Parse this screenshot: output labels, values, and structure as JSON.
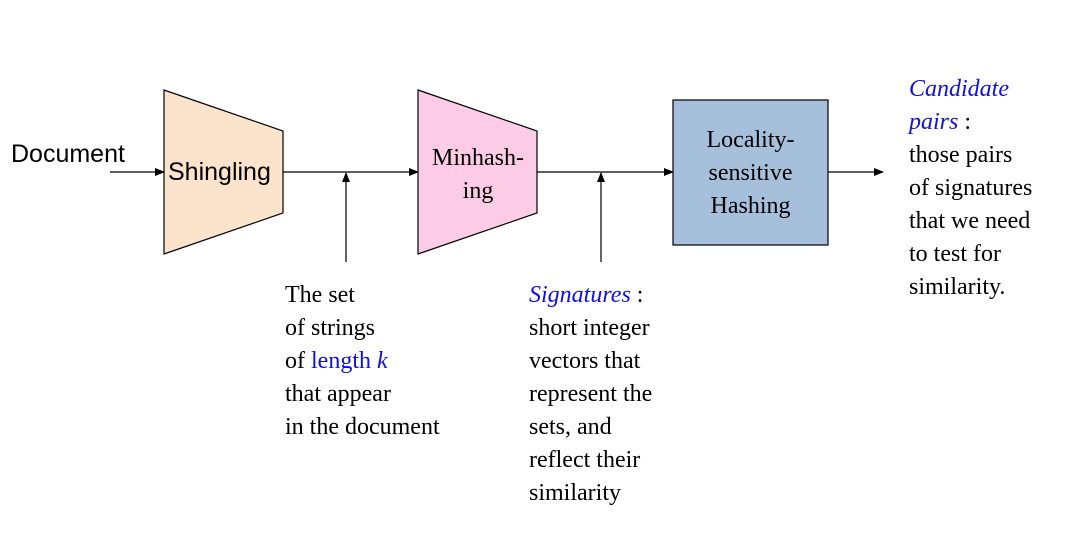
{
  "input_label": "Document",
  "stages": {
    "shingling": {
      "label": "Shingling",
      "fill": "#fce4cc"
    },
    "minhashing": {
      "line1": "Minhash-",
      "line2": "ing",
      "fill": "#fccce6"
    },
    "lsh": {
      "line1": "Locality-",
      "line2": "sensitive",
      "line3": "Hashing",
      "fill": "#a6c0dc"
    }
  },
  "shingles_note": {
    "line1": "The set",
    "line2": "of strings",
    "line3_prefix": "of ",
    "line3_term": "length",
    "line3_var": "k",
    "line4": "that appear",
    "line5": "in the document"
  },
  "signatures_note": {
    "term": "Signatures",
    "colon": " :",
    "line2": "short integer",
    "line3": "vectors that",
    "line4": "represent the",
    "line5": "sets, and",
    "line6": "reflect their",
    "line7": "similarity"
  },
  "candidates_note": {
    "term1": "Candidate",
    "term2": "pairs",
    "colon": " :",
    "line3": "those pairs",
    "line4": "of signatures",
    "line5": "that we need",
    "line6": "to test for",
    "line7": "similarity."
  },
  "colors": {
    "highlight": "#1010e0",
    "stroke": "#000000"
  }
}
